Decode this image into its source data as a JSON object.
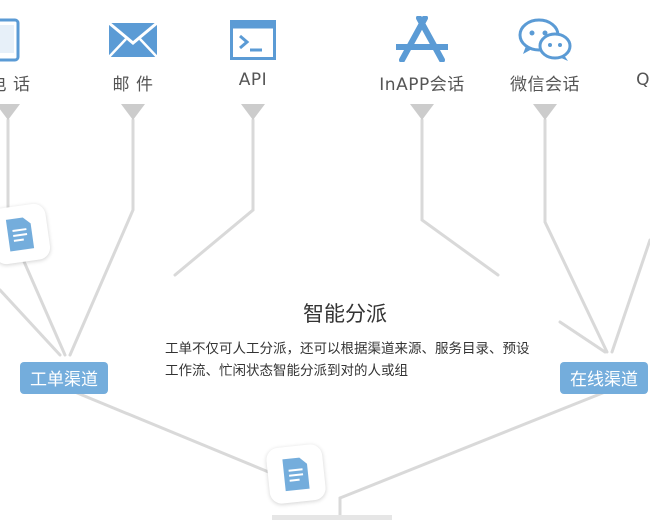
{
  "channels": [
    {
      "id": "phone",
      "label": "电 话",
      "icon": "phone-icon",
      "x": 0
    },
    {
      "id": "email",
      "label": "邮 件",
      "icon": "envelope-icon",
      "x": 1
    },
    {
      "id": "api",
      "label": "API",
      "icon": "terminal-window-icon",
      "x": 2
    },
    {
      "id": "inapp",
      "label": "InAPP会话",
      "icon": "app-store-icon",
      "x": 3
    },
    {
      "id": "wechat",
      "label": "微信会话",
      "icon": "wechat-icon",
      "x": 4
    },
    {
      "id": "qq",
      "label": "QQ",
      "icon": "qq-icon",
      "x": 5
    }
  ],
  "tags": {
    "ticket_channel": "工单渠道",
    "online_channel": "在线渠道"
  },
  "center": {
    "title": "智能分派",
    "description": "工单不仅可人工分派，还可以根据渠道来源、服务目录、预设工作流、忙闲状态智能分派到对的人或组"
  },
  "colors": {
    "icon_blue": "#5b9bd5",
    "tag_bg": "#74addc",
    "line_gray": "#d9d9d9"
  }
}
